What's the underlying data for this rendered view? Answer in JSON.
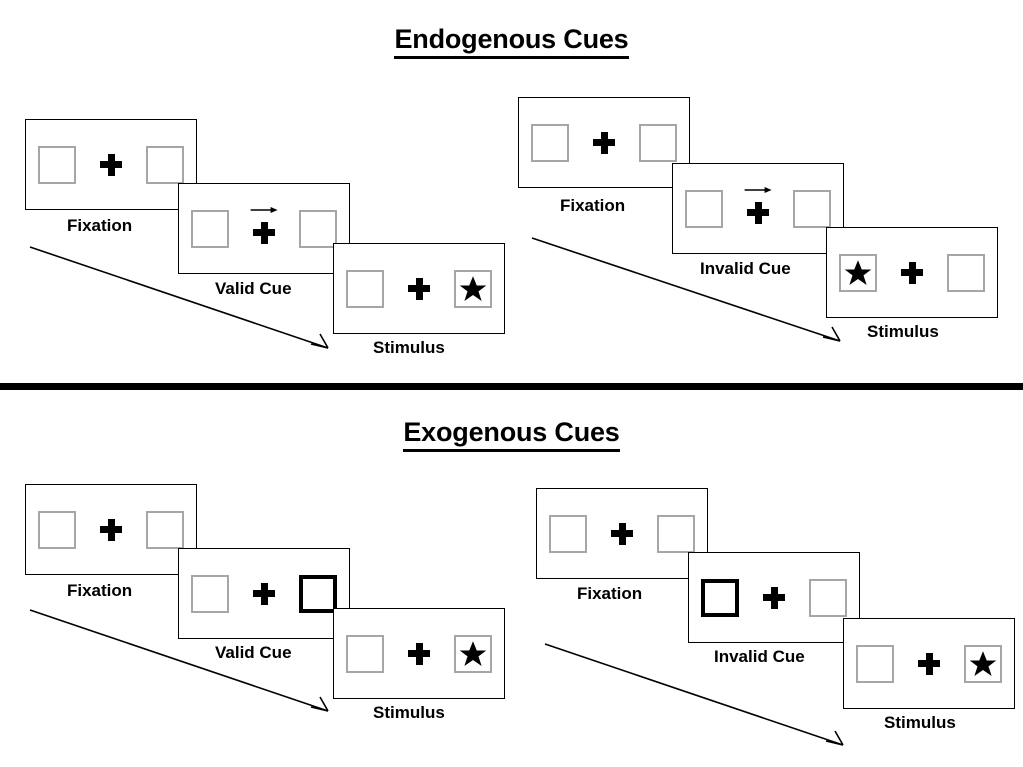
{
  "figure": {
    "title_endogenous": "Endogenous Cues",
    "title_exogenous": "Exogenous Cues"
  },
  "colors": {
    "square_border": "#a6a6a6",
    "cued_square_border": "#000000",
    "panel_border": "#000000",
    "stimulus_fill": "#000000",
    "text": "#000000",
    "background": "#ffffff"
  },
  "sections": [
    {
      "id": "endogenous",
      "title": "Endogenous Cues",
      "cue_type": "central-arrow",
      "trials": [
        {
          "id": "endogenous-valid",
          "validity": "valid",
          "frames": [
            {
              "label": "Fixation",
              "left_square": "empty",
              "right_square": "empty",
              "cue": "none",
              "cue_side": "none",
              "stimulus_side": "none"
            },
            {
              "label": "Valid Cue",
              "left_square": "empty",
              "right_square": "empty",
              "cue": "arrow-right",
              "cue_side": "right",
              "stimulus_side": "none"
            },
            {
              "label": "Stimulus",
              "left_square": "empty",
              "right_square": "star",
              "cue": "none",
              "cue_side": "none",
              "stimulus_side": "right"
            }
          ]
        },
        {
          "id": "endogenous-invalid",
          "validity": "invalid",
          "frames": [
            {
              "label": "Fixation",
              "left_square": "empty",
              "right_square": "empty",
              "cue": "none",
              "cue_side": "none",
              "stimulus_side": "none"
            },
            {
              "label": "Invalid Cue",
              "left_square": "empty",
              "right_square": "empty",
              "cue": "arrow-right",
              "cue_side": "right",
              "stimulus_side": "none"
            },
            {
              "label": "Stimulus",
              "left_square": "star",
              "right_square": "empty",
              "cue": "none",
              "cue_side": "none",
              "stimulus_side": "left"
            }
          ]
        }
      ]
    },
    {
      "id": "exogenous",
      "title": "Exogenous Cues",
      "cue_type": "peripheral-box-flash",
      "trials": [
        {
          "id": "exogenous-valid",
          "validity": "valid",
          "frames": [
            {
              "label": "Fixation",
              "left_square": "empty",
              "right_square": "empty",
              "cue": "none",
              "cue_side": "none",
              "stimulus_side": "none"
            },
            {
              "label": "Valid Cue",
              "left_square": "empty",
              "right_square": "cued",
              "cue": "box-flash",
              "cue_side": "right",
              "stimulus_side": "none"
            },
            {
              "label": "Stimulus",
              "left_square": "empty",
              "right_square": "star",
              "cue": "none",
              "cue_side": "none",
              "stimulus_side": "right"
            }
          ]
        },
        {
          "id": "exogenous-invalid",
          "validity": "invalid",
          "frames": [
            {
              "label": "Fixation",
              "left_square": "empty",
              "right_square": "empty",
              "cue": "none",
              "cue_side": "none",
              "stimulus_side": "none"
            },
            {
              "label": "Invalid Cue",
              "left_square": "cued",
              "right_square": "empty",
              "cue": "box-flash",
              "cue_side": "left",
              "stimulus_side": "none"
            },
            {
              "label": "Stimulus",
              "left_square": "empty",
              "right_square": "star",
              "cue": "none",
              "cue_side": "none",
              "stimulus_side": "right"
            }
          ]
        }
      ]
    }
  ],
  "time_arrows": [
    {
      "id": "endogenous-valid-time-arrow",
      "direction": "down-right"
    },
    {
      "id": "endogenous-invalid-time-arrow",
      "direction": "down-right"
    },
    {
      "id": "exogenous-valid-time-arrow",
      "direction": "down-right"
    },
    {
      "id": "exogenous-invalid-time-arrow",
      "direction": "down-right"
    }
  ],
  "labels": {
    "fixation": "Fixation",
    "valid_cue": "Valid Cue",
    "invalid_cue": "Invalid Cue",
    "stimulus": "Stimulus"
  }
}
